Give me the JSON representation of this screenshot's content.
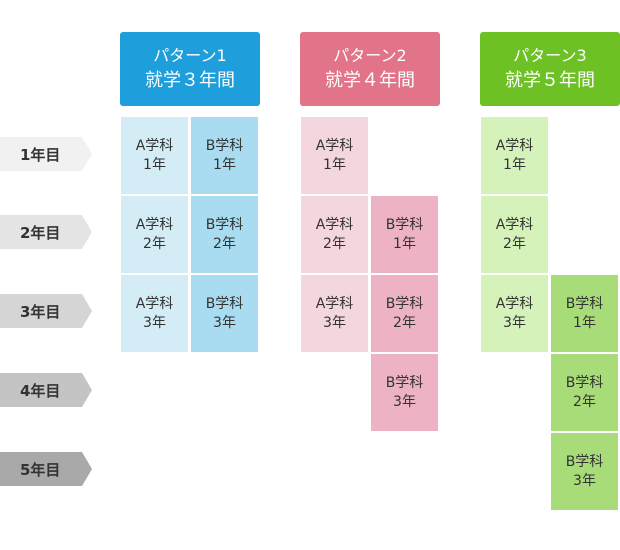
{
  "patterns": [
    {
      "line1": "パターン1",
      "line2": "就学３年間",
      "color": "#1e9edb"
    },
    {
      "line1": "パターン2",
      "line2": "就学４年間",
      "color": "#e17488"
    },
    {
      "line1": "パターン3",
      "line2": "就学５年間",
      "color": "#6ec124"
    }
  ],
  "years": [
    "1年目",
    "2年目",
    "3年目",
    "4年目",
    "5年目"
  ],
  "dept_a": "A学科",
  "dept_b": "B学科",
  "year_labels": [
    "1年",
    "2年",
    "3年"
  ]
}
